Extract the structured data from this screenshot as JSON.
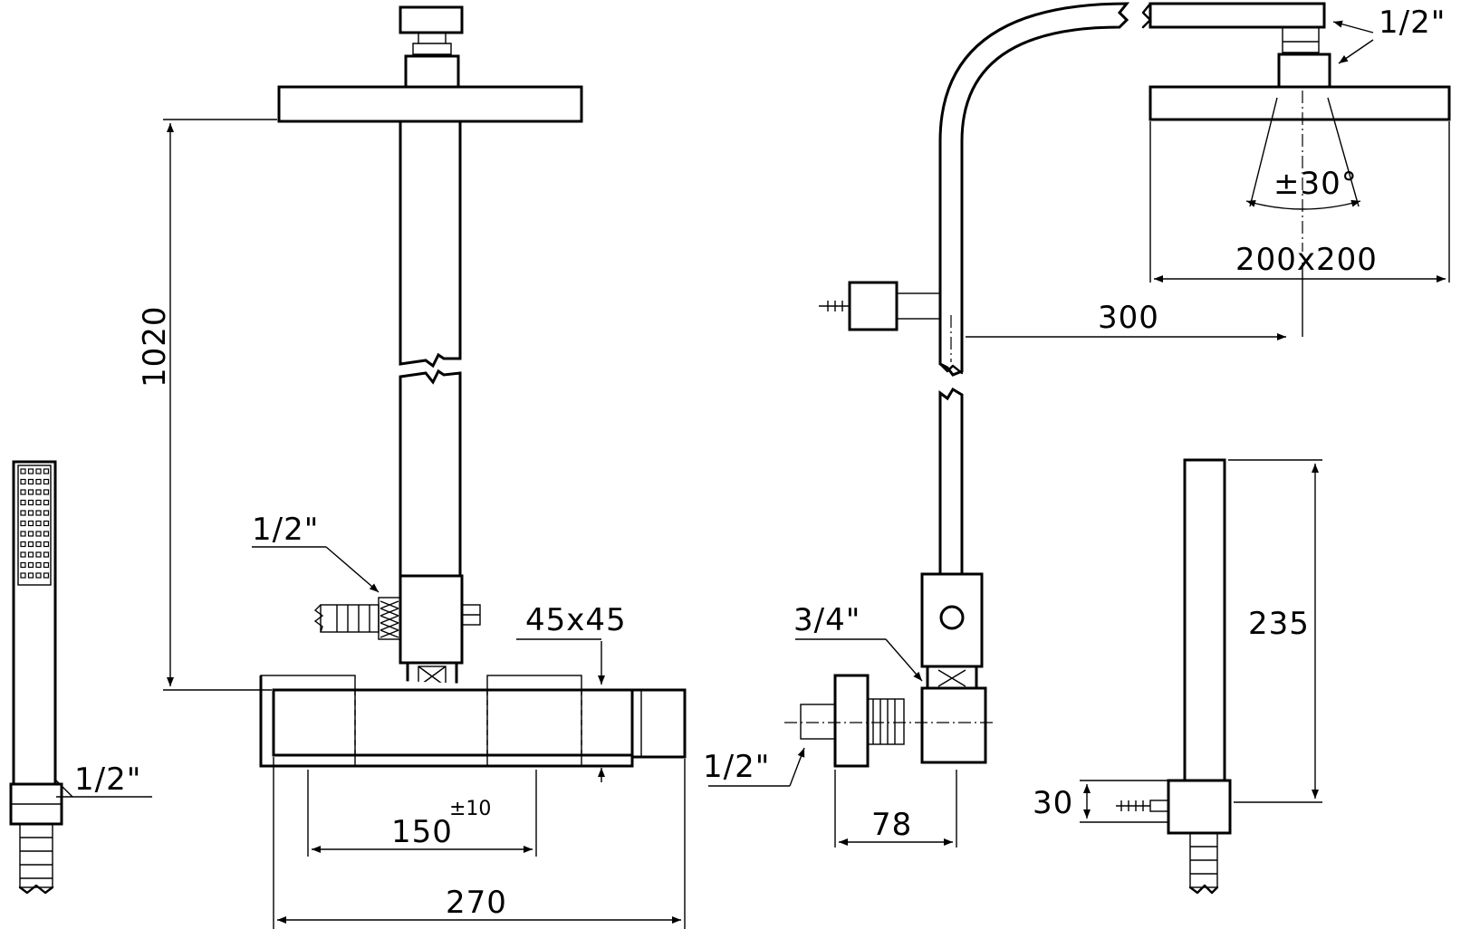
{
  "dimensions": {
    "height_column": "1020",
    "spacing": "150",
    "spacing_tolerance": "±10",
    "body_width": "270",
    "bar_section": "45x45",
    "wall_offset": "78",
    "arm_reach": "300",
    "head_size": "200x200",
    "tilt_angle": "±30°",
    "hand_shower_length": "235",
    "holder_height": "30"
  },
  "threads": {
    "column_inlet": "1/2\"",
    "hand_shower": "1/2\"",
    "eccentric_outlet": "3/4\"",
    "eccentric_inlet": "1/2\"",
    "head_connection": "1/2\""
  }
}
